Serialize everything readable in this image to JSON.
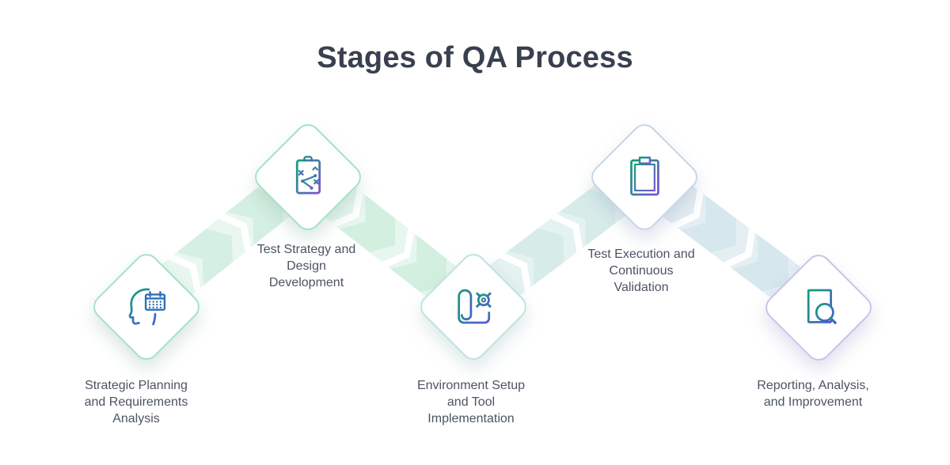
{
  "title": "Stages of QA Process",
  "stages": [
    {
      "id": "strategic-planning",
      "icon": "head-calendar-icon",
      "label": "Strategic Planning and Requirements Analysis",
      "label_lines": [
        "Strategic Planning",
        "and Requirements",
        "Analysis"
      ],
      "accent_color": "#a6e3c5"
    },
    {
      "id": "test-strategy-design",
      "icon": "strategy-clipboard-icon",
      "label": "Test Strategy and Design Development",
      "label_lines": [
        "Test Strategy and",
        "Design",
        "Development"
      ],
      "accent_color": "#a6e3c5"
    },
    {
      "id": "environment-setup",
      "icon": "scroll-gear-icon",
      "label": "Environment Setup and Tool Implementation",
      "label_lines": [
        "Environment Setup",
        "and Tool",
        "Implementation"
      ],
      "accent_color": "#bfe3df"
    },
    {
      "id": "test-execution",
      "icon": "checklist-clipboard-icon",
      "label": "Test Execution and Continuous Validation",
      "label_lines": [
        "Test Execution and",
        "Continuous",
        "Validation"
      ],
      "accent_color": "#c7d6e9"
    },
    {
      "id": "reporting-analysis",
      "icon": "document-magnifier-icon",
      "label": "Reporting, Analysis, and Improvement",
      "label_lines": [
        "Reporting, Analysis,",
        "and Improvement"
      ],
      "accent_color": "#cac4e9"
    }
  ],
  "colors": {
    "title_text": "#39404f",
    "label_text": "#4c5363",
    "icon_gradient_start": "#11a07b",
    "icon_gradient_end": "#6b52d4",
    "connector_green_band": "#e9f7f0",
    "connector_green_chevron": "#d5f0e2",
    "connector_blue_band": "#e4eef3",
    "connector_blue_chevron": "#d6e7ee",
    "background": "#ffffff"
  }
}
